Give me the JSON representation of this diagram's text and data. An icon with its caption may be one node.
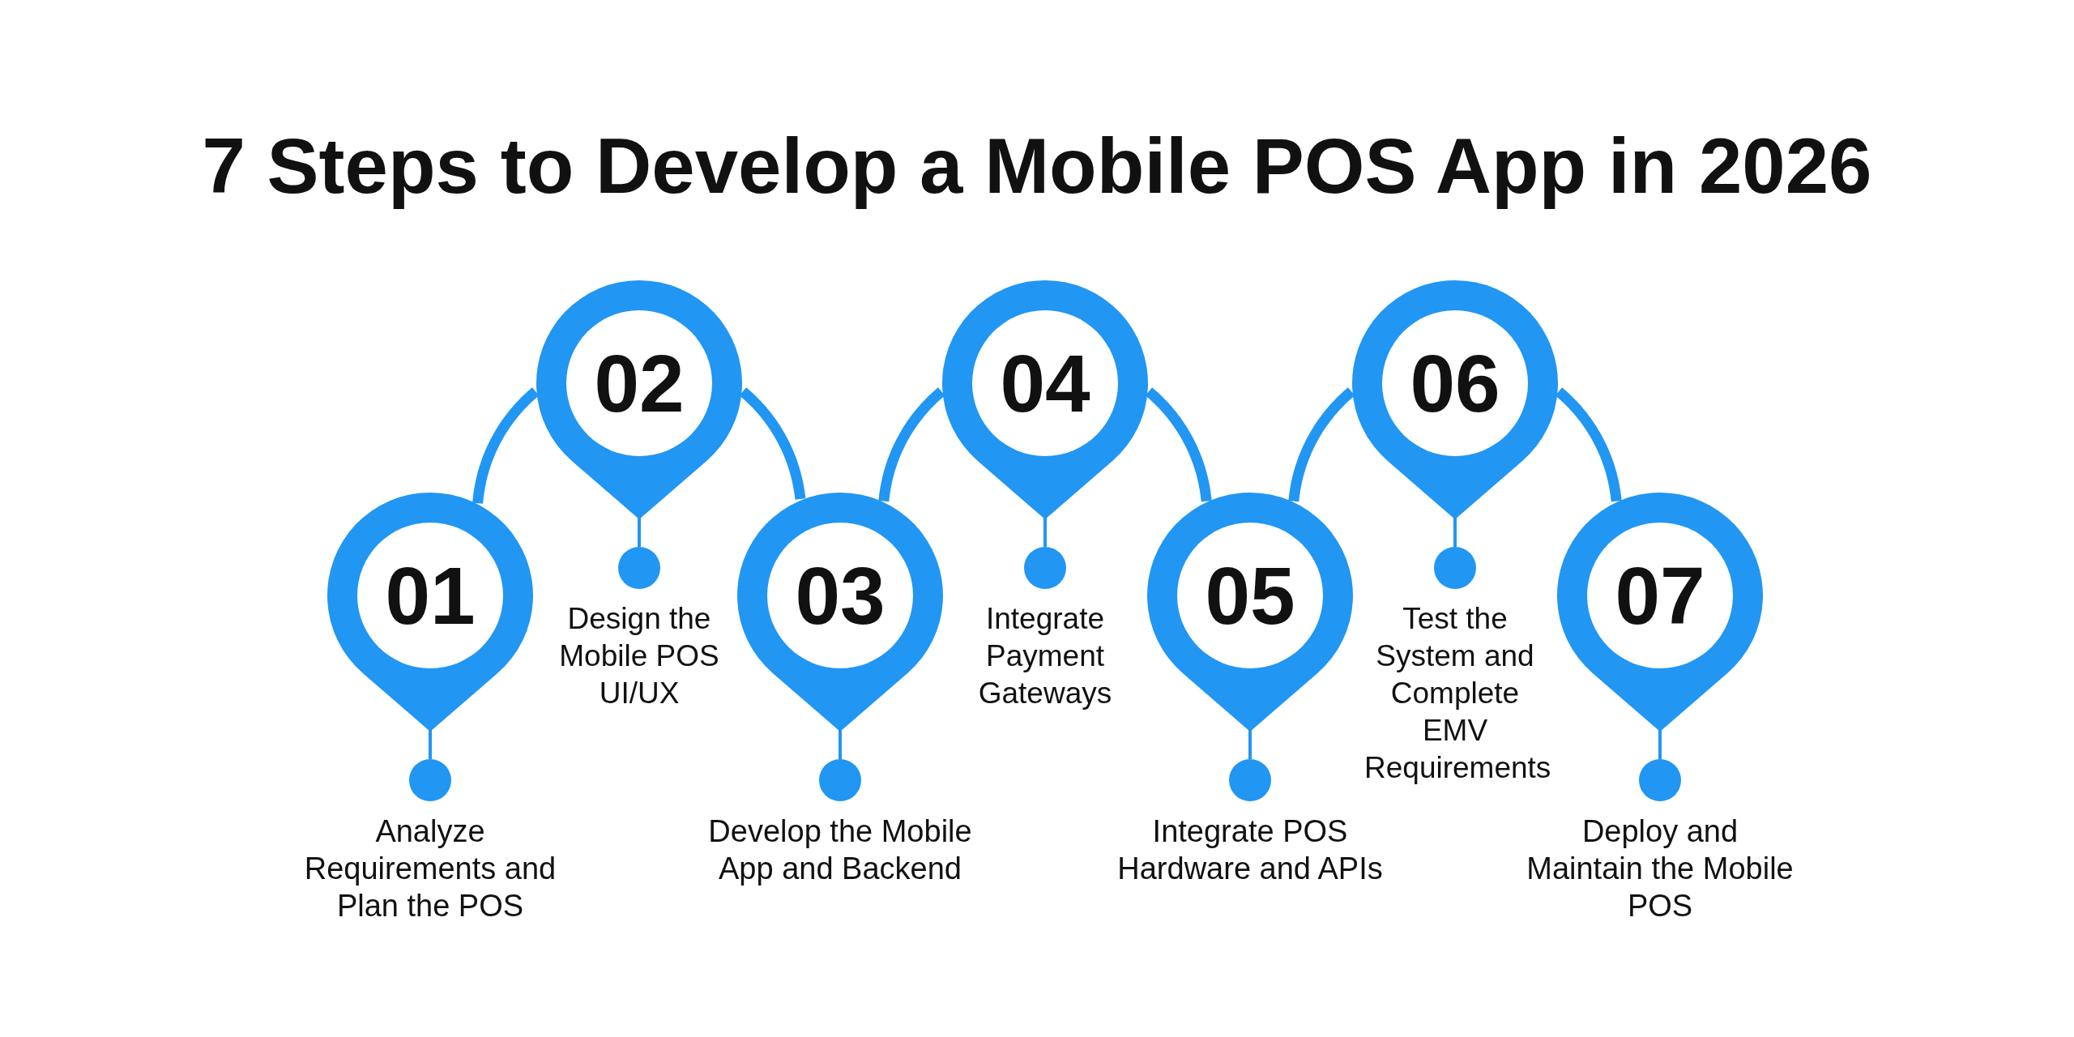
{
  "diagram": {
    "title": "7 Steps to Develop a Mobile POS App in 2026",
    "nodes": [
      {
        "text": [
          "01"
        ],
        "beside": [
          "Analyze Requirements and Plan the POS"
        ]
      },
      {
        "text": [
          "02"
        ],
        "beside": [
          "Design the Mobile POS UI/UX"
        ]
      },
      {
        "text": [
          "03"
        ],
        "beside": [
          "Develop the Mobile App and Backend"
        ]
      },
      {
        "text": [
          "04"
        ],
        "beside": [
          "Integrate Payment Gateways"
        ]
      },
      {
        "text": [
          "05"
        ],
        "beside": [
          "Integrate POS Hardware and APIs"
        ]
      },
      {
        "text": [
          "06"
        ],
        "beside": [
          "Test the System and Complete EMV Requirements"
        ]
      },
      {
        "text": [
          "07"
        ],
        "beside": [
          "Deploy and Maintain the Mobile POS"
        ]
      }
    ],
    "edges": [
      {
        "from": 0,
        "to": 1,
        "arrow": "none"
      },
      {
        "from": 1,
        "to": 2,
        "arrow": "none"
      },
      {
        "from": 2,
        "to": 3,
        "arrow": "none"
      },
      {
        "from": 3,
        "to": 4,
        "arrow": "none"
      },
      {
        "from": 4,
        "to": 5,
        "arrow": "none"
      },
      {
        "from": 5,
        "to": 6,
        "arrow": "none"
      }
    ]
  }
}
